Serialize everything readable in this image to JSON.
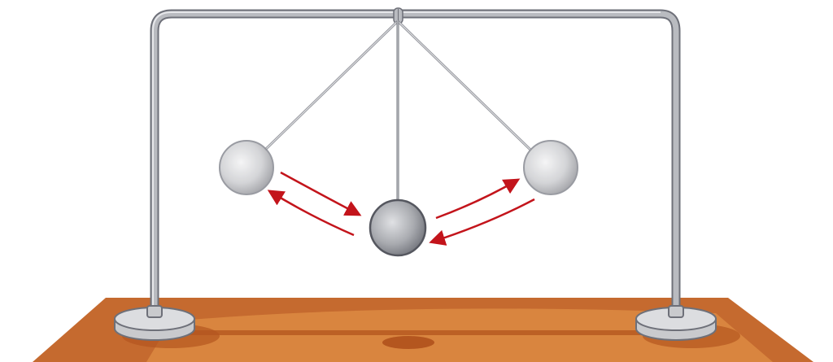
{
  "colors": {
    "table": "#c56a2f",
    "table_light": "#d9853f",
    "table_shadow": "#b4561f",
    "metal": "#9ea1a8",
    "metal_dark": "#6e7079",
    "ball": "#c9cacd",
    "arrow": "#c3141b"
  },
  "scene": {
    "subject": "pendulum",
    "arrows": [
      "left-swing-down",
      "left-swing-up",
      "right-swing-up",
      "right-swing-down"
    ]
  }
}
